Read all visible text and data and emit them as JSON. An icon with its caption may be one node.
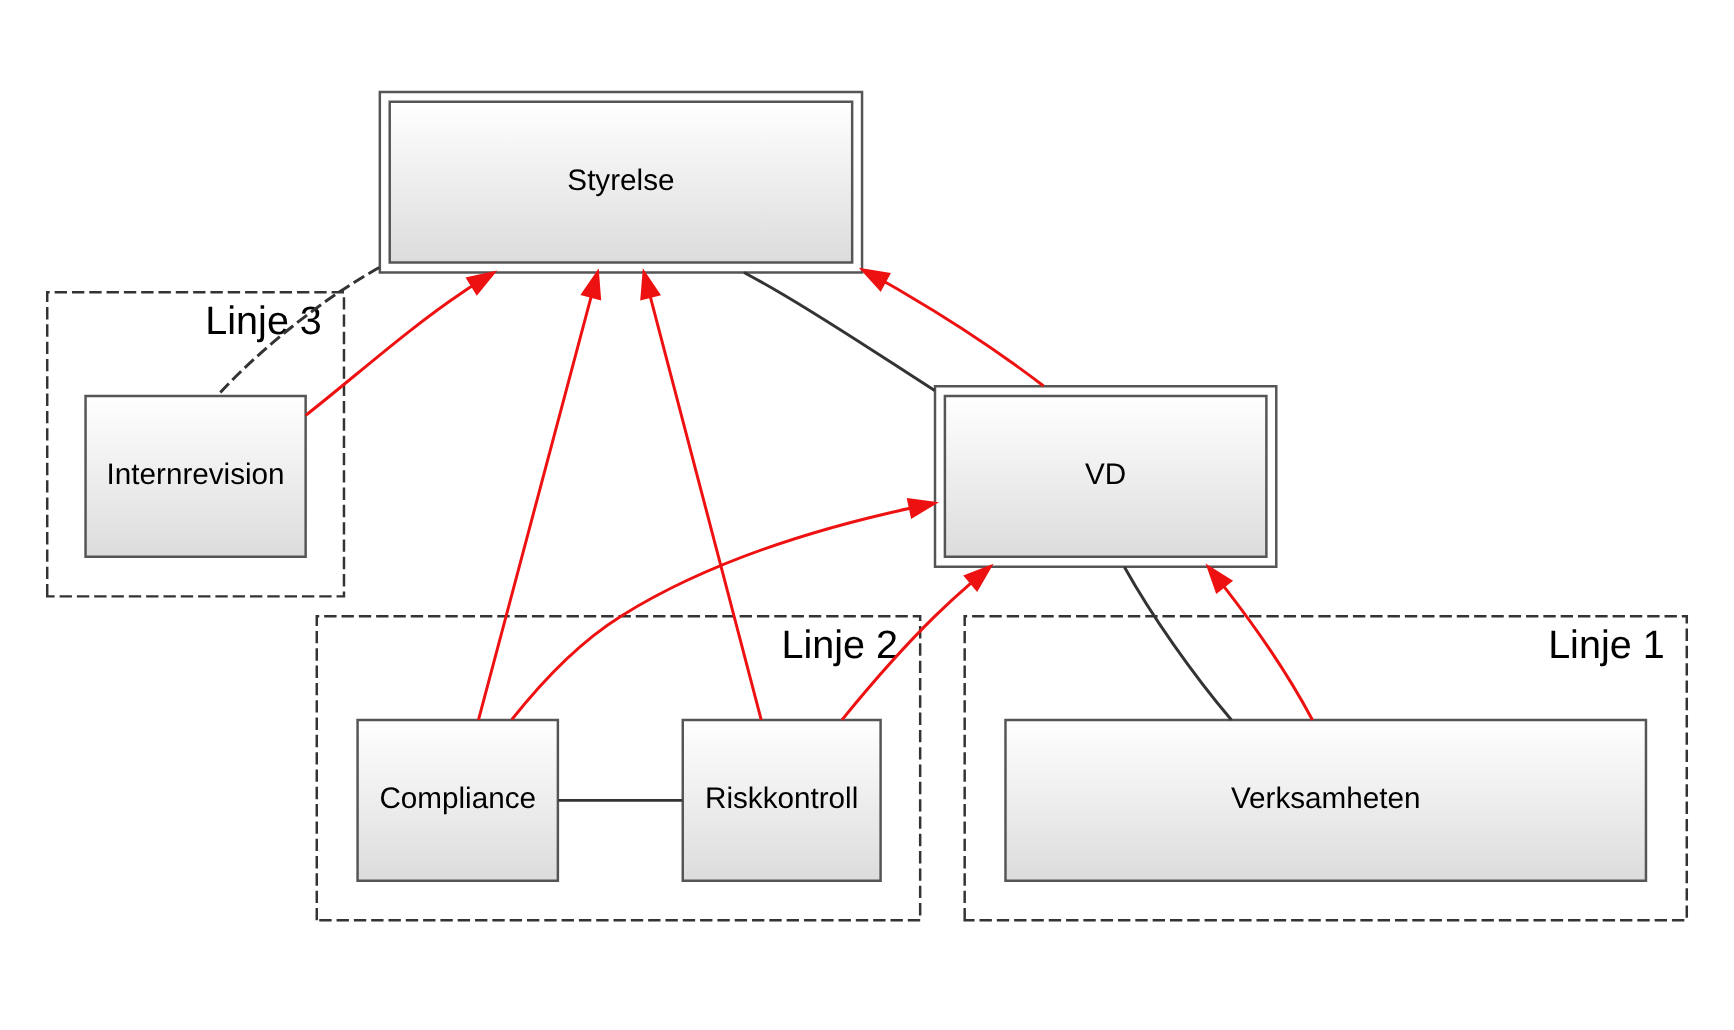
{
  "diagram": {
    "nodes": [
      {
        "text": [
          "Styrelse"
        ]
      },
      {
        "text": [
          "Linje 3"
        ]
      },
      {
        "text": [
          "Internrevision"
        ],
        "in": 1
      },
      {
        "text": [
          "VD"
        ]
      },
      {
        "text": [
          "Linje 2"
        ]
      },
      {
        "text": [
          "Compliance"
        ],
        "in": 4
      },
      {
        "text": [
          "Riskkontroll"
        ],
        "in": 4
      },
      {
        "text": [
          "Linje 1"
        ]
      },
      {
        "text": [
          "Verksamheten"
        ],
        "in": 7
      }
    ],
    "edges": [
      {
        "from": 0,
        "to": 3,
        "arrow": "none",
        "color": "#333333"
      },
      {
        "from": 0,
        "to": 2,
        "arrow": "none",
        "style": "dashed",
        "color": "#333333"
      },
      {
        "from": 3,
        "to": 8,
        "arrow": "none",
        "color": "#333333"
      },
      {
        "from": 5,
        "to": 6,
        "arrow": "none",
        "color": "#333333"
      },
      {
        "from": 3,
        "to": 0,
        "arrow": "to"
      },
      {
        "from": 2,
        "to": 0,
        "arrow": "to"
      },
      {
        "from": 5,
        "to": 0,
        "arrow": "to"
      },
      {
        "from": 5,
        "to": 3,
        "arrow": "to"
      },
      {
        "from": 6,
        "to": 3,
        "arrow": "to"
      },
      {
        "from": 6,
        "to": 0,
        "arrow": "to"
      },
      {
        "from": 8,
        "to": 3,
        "arrow": "to"
      }
    ]
  }
}
